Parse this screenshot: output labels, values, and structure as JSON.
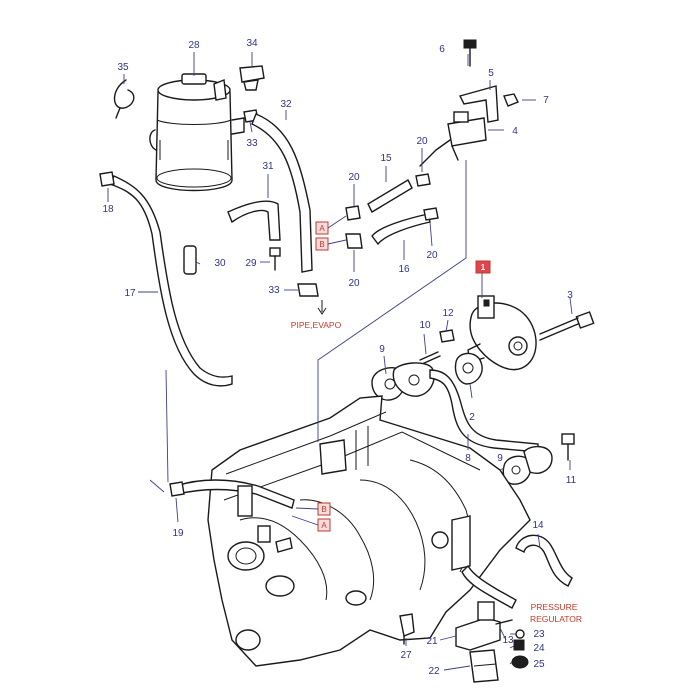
{
  "callouts": [
    {
      "id": "c1",
      "text": "1",
      "highlight": true
    },
    {
      "id": "c2",
      "text": "2"
    },
    {
      "id": "c3",
      "text": "3"
    },
    {
      "id": "c4",
      "text": "4"
    },
    {
      "id": "c5",
      "text": "5"
    },
    {
      "id": "c6",
      "text": "6"
    },
    {
      "id": "c7",
      "text": "7"
    },
    {
      "id": "c8",
      "text": "8"
    },
    {
      "id": "c9a",
      "text": "9"
    },
    {
      "id": "c9b",
      "text": "9"
    },
    {
      "id": "c10",
      "text": "10"
    },
    {
      "id": "c11",
      "text": "11"
    },
    {
      "id": "c12",
      "text": "12"
    },
    {
      "id": "c13",
      "text": "13"
    },
    {
      "id": "c14",
      "text": "14"
    },
    {
      "id": "c15",
      "text": "15"
    },
    {
      "id": "c16",
      "text": "16"
    },
    {
      "id": "c17",
      "text": "17"
    },
    {
      "id": "c18",
      "text": "18"
    },
    {
      "id": "c19",
      "text": "19"
    },
    {
      "id": "c20a",
      "text": "20"
    },
    {
      "id": "c20b",
      "text": "20"
    },
    {
      "id": "c20c",
      "text": "20"
    },
    {
      "id": "c20d",
      "text": "20"
    },
    {
      "id": "c21",
      "text": "21"
    },
    {
      "id": "c22",
      "text": "22"
    },
    {
      "id": "c23",
      "text": "23"
    },
    {
      "id": "c24",
      "text": "24"
    },
    {
      "id": "c25",
      "text": "25"
    },
    {
      "id": "c27",
      "text": "27"
    },
    {
      "id": "c28",
      "text": "28"
    },
    {
      "id": "c29",
      "text": "29"
    },
    {
      "id": "c30",
      "text": "30"
    },
    {
      "id": "c31",
      "text": "31"
    },
    {
      "id": "c32",
      "text": "32"
    },
    {
      "id": "c33a",
      "text": "33"
    },
    {
      "id": "c33b",
      "text": "33"
    },
    {
      "id": "c34",
      "text": "34"
    },
    {
      "id": "c35",
      "text": "35"
    }
  ],
  "refs": {
    "a_top": "A",
    "b_top": "B",
    "a_bottom": "A",
    "b_bottom": "B"
  },
  "notes": {
    "pipe_evapo": "PIPE,EVAPO",
    "pressure_line1": "PRESSURE",
    "pressure_line2": "REGULATOR"
  },
  "colors": {
    "callout": "#2f3489",
    "note": "#c0392b",
    "highlight": "#e0454e"
  }
}
